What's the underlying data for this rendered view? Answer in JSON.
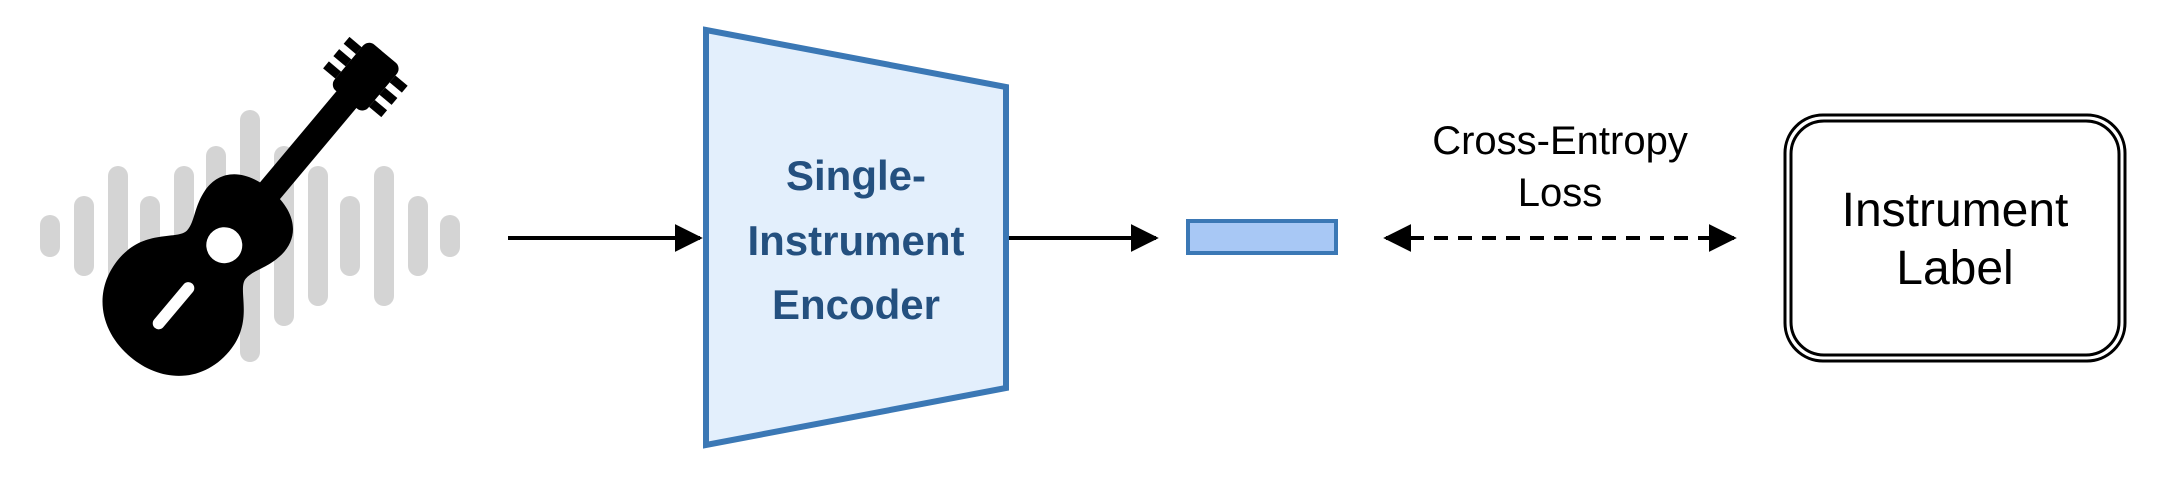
{
  "encoder": {
    "line1": "Single-",
    "line2": "Instrument",
    "line3": "Encoder"
  },
  "loss": {
    "line1": "Cross-Entropy",
    "line2": "Loss"
  },
  "target": {
    "line1": "Instrument",
    "line2": "Label"
  },
  "icons": {
    "input": "guitar-icon",
    "background": "audio-waveform-icon"
  },
  "colors": {
    "encoder_fill": "#e3effc",
    "encoder_stroke": "#3b78b5",
    "encoder_text": "#24507f",
    "embedding_fill": "#a8c8f5",
    "embedding_stroke": "#3b78b5",
    "waveform": "#d4d4d4",
    "arrow": "#000000"
  }
}
